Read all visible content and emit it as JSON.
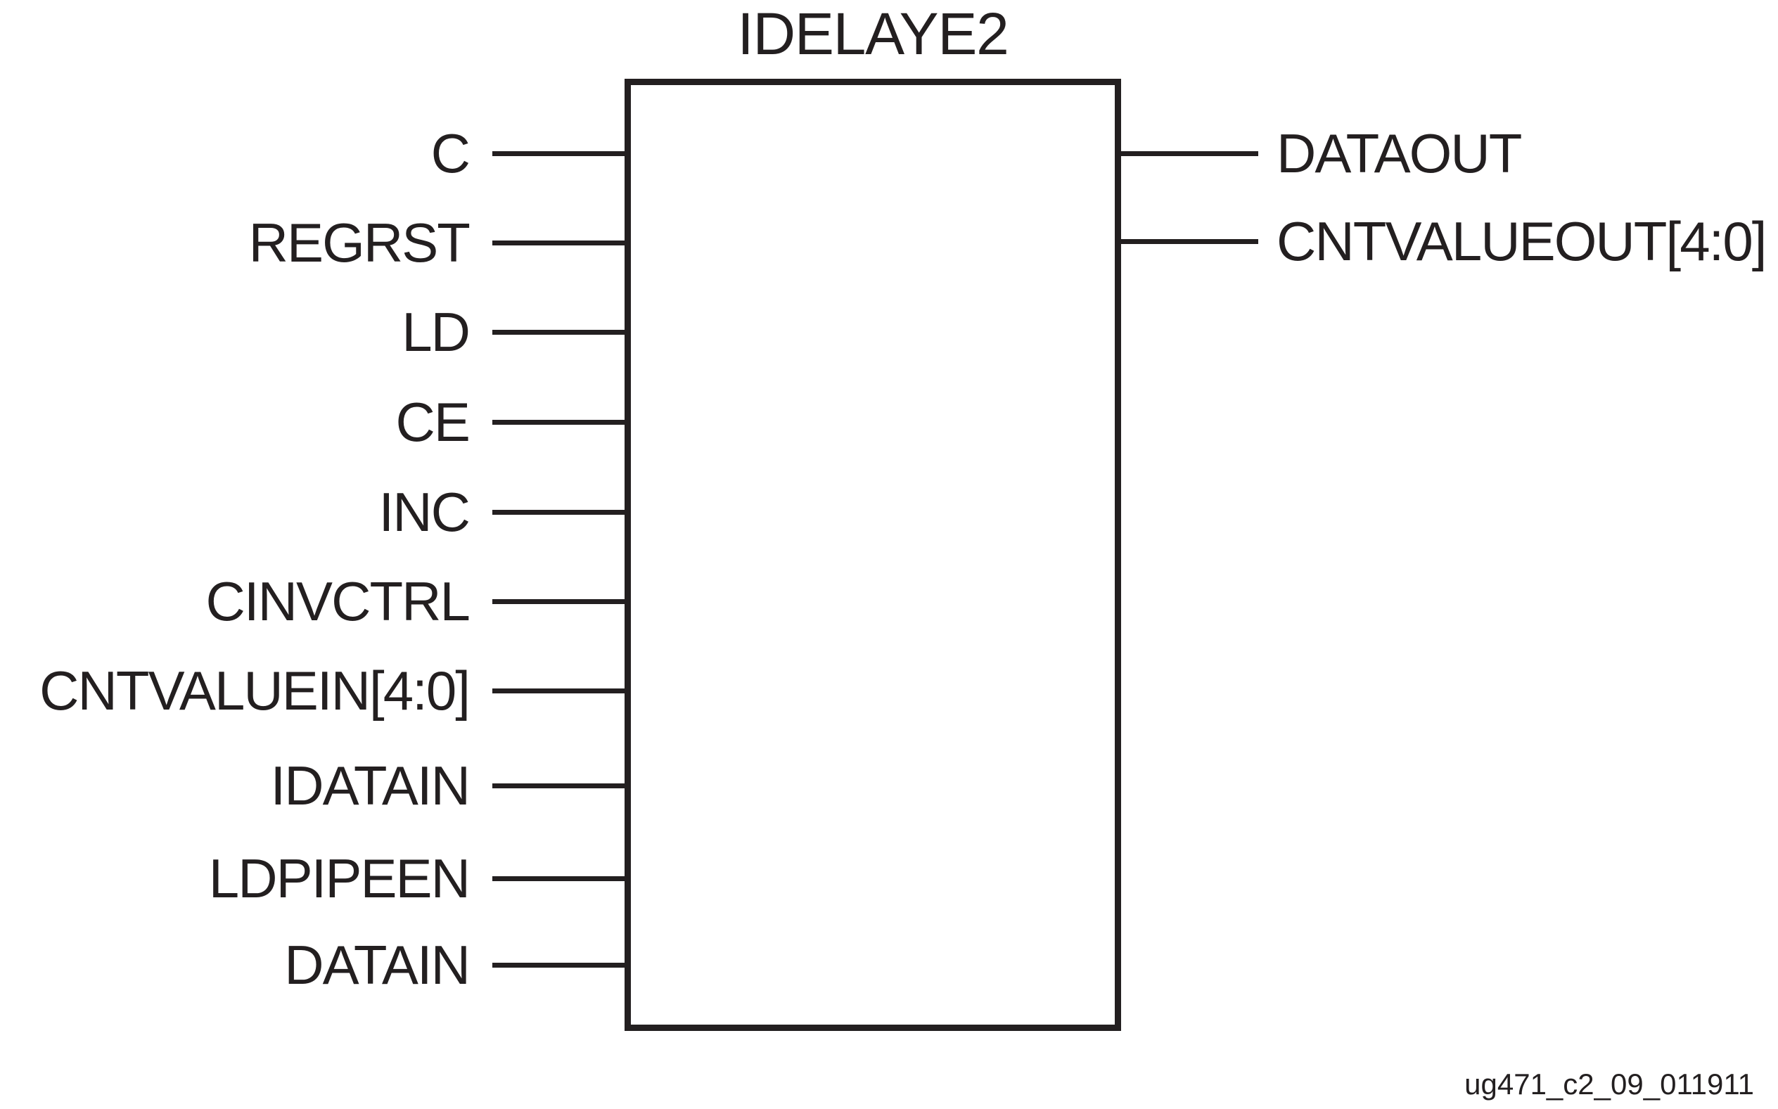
{
  "figure": {
    "title": "IDELAYE2",
    "caption": "ug471_c2_09_011911",
    "colors": {
      "ink": "#231F20",
      "background": "#FFFFFF"
    },
    "block": {
      "name": "IDELAYE2"
    },
    "pins": {
      "left": [
        {
          "label": "C"
        },
        {
          "label": "REGRST"
        },
        {
          "label": "LD"
        },
        {
          "label": "CE"
        },
        {
          "label": "INC"
        },
        {
          "label": "CINVCTRL"
        },
        {
          "label": "CNTVALUEIN[4:0]"
        },
        {
          "label": "IDATAIN"
        },
        {
          "label": "LDPIPEEN"
        },
        {
          "label": "DATAIN"
        }
      ],
      "right": [
        {
          "label": "DATAOUT"
        },
        {
          "label": "CNTVALUEOUT[4:0]"
        }
      ]
    }
  }
}
